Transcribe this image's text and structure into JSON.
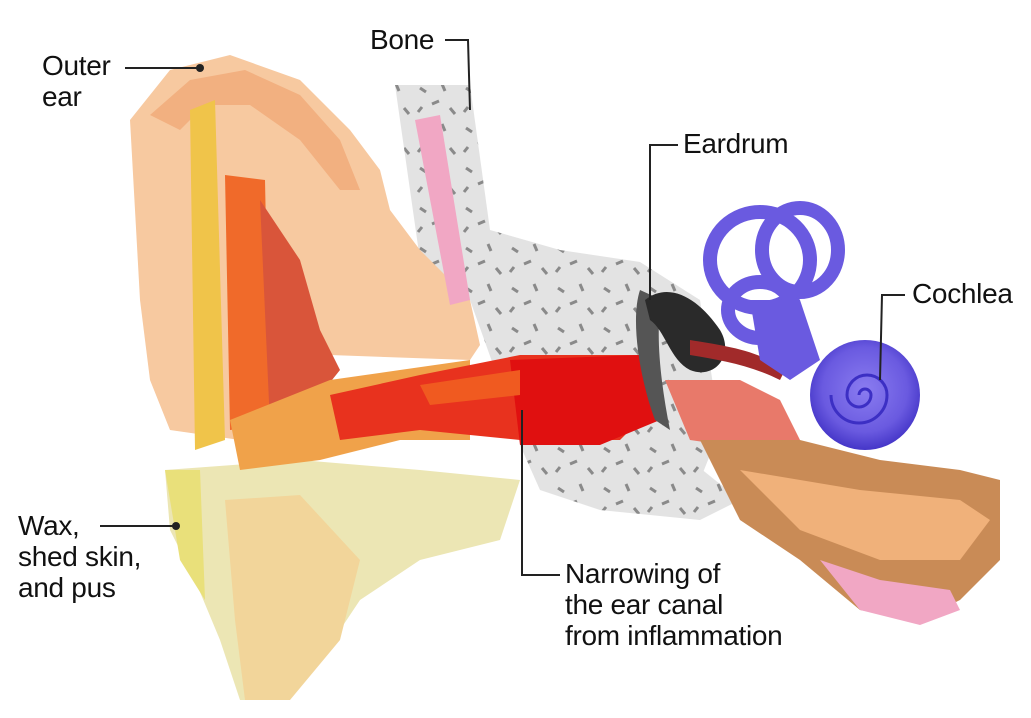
{
  "labels": {
    "outer_ear": [
      "Outer",
      "ear"
    ],
    "bone": "Bone",
    "eardrum": "Eardrum",
    "cochlea": "Cochlea",
    "wax": [
      "Wax,",
      "shed skin,",
      "and pus"
    ],
    "narrowing": [
      "Narrowing of",
      "the ear canal",
      "from inflammation"
    ]
  },
  "colors": {
    "skin_light": "#f7c9a0",
    "skin_mid": "#f2b080",
    "skin_yellow": "#f0c44a",
    "canal_red": "#e8321e",
    "canal_orange": "#f06a2a",
    "inflamed_red": "#e01010",
    "cartilage_pale": "#ece6b4",
    "bone_gray": "#e3e3e3",
    "bone_flecks": "#8a8a8a",
    "cochlea_purple": "#6a5ae0",
    "cochlea_dark": "#3c2fc4",
    "pink": "#f1a7c4",
    "tube_brown": "#c98b56"
  }
}
